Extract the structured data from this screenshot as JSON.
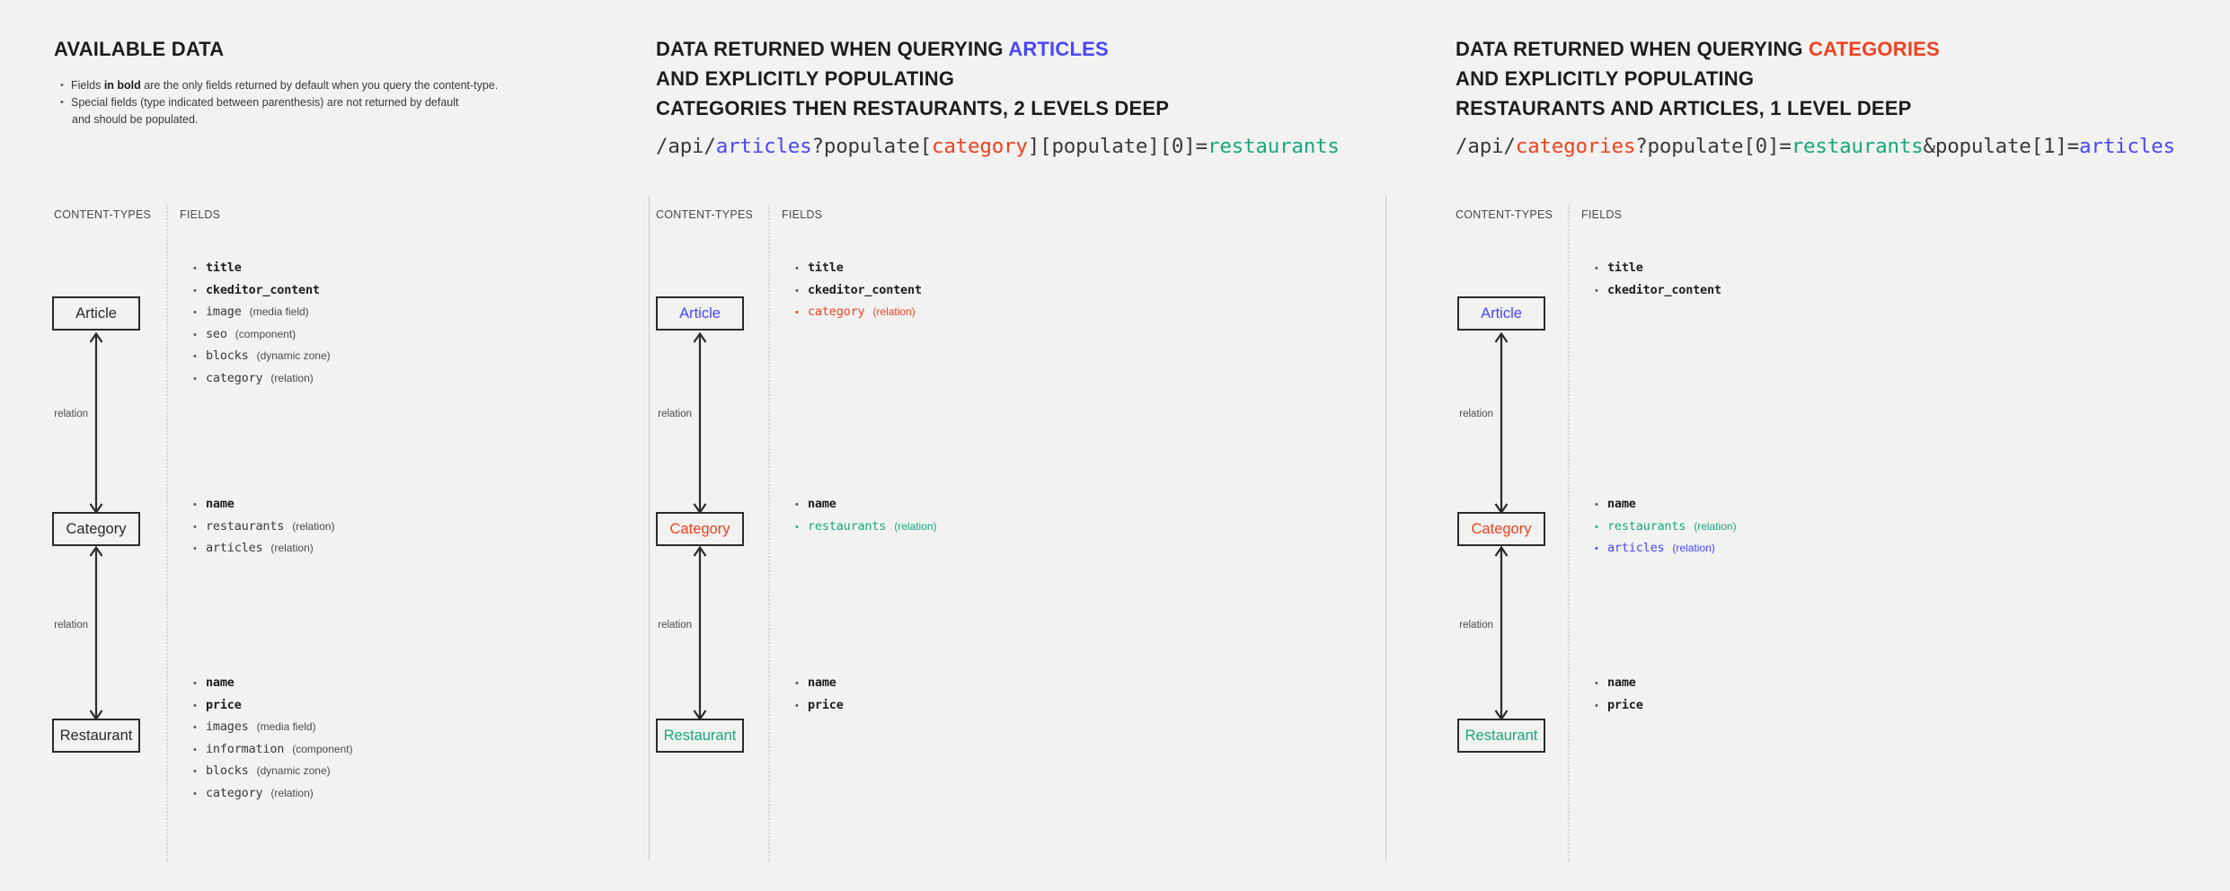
{
  "colors": {
    "background": "#f2f2f1",
    "text": "#2b2b2b",
    "articles_blue": "#4945ff",
    "categories_red": "#f0411f",
    "restaurants_green": "#19a77d",
    "divider": "#c9c9c9",
    "dotted": "#d6d4d2"
  },
  "panels": [
    {
      "id": "available-data",
      "heading": {
        "lines": [
          "AVAILABLE DATA"
        ]
      },
      "notes": [
        {
          "pre": "Fields ",
          "bold": "in bold",
          "post": " are the only fields returned by default when you query the content-type."
        },
        {
          "pre": "Special fields (type indicated between parenthesis) are not returned by default",
          "bold": "",
          "post": ""
        },
        {
          "pre": "and should be populated.",
          "bold": "",
          "post": "",
          "continuation": true
        }
      ],
      "endpoint": null,
      "captions": {
        "content_types": "CONTENT-TYPES",
        "fields": "FIELDS"
      },
      "entities": [
        {
          "name": "Article",
          "tone": "plain"
        },
        {
          "name": "Category",
          "tone": "plain"
        },
        {
          "name": "Restaurant",
          "tone": "plain"
        }
      ],
      "relations": [
        {
          "label": "relation"
        },
        {
          "label": "relation"
        }
      ],
      "field_groups": [
        {
          "entity": "Article",
          "fields": [
            {
              "name": "title",
              "type": "",
              "bold": true,
              "tone": "plain"
            },
            {
              "name": "ckeditor_content",
              "type": "",
              "bold": true,
              "tone": "plain"
            },
            {
              "name": "image",
              "type": "(media field)",
              "bold": false,
              "tone": "plain"
            },
            {
              "name": "seo",
              "type": "(component)",
              "bold": false,
              "tone": "plain"
            },
            {
              "name": "blocks",
              "type": "(dynamic zone)",
              "bold": false,
              "tone": "plain"
            },
            {
              "name": "category",
              "type": "(relation)",
              "bold": false,
              "tone": "plain"
            }
          ]
        },
        {
          "entity": "Category",
          "fields": [
            {
              "name": "name",
              "type": "",
              "bold": true,
              "tone": "plain"
            },
            {
              "name": "restaurants",
              "type": "(relation)",
              "bold": false,
              "tone": "plain"
            },
            {
              "name": "articles",
              "type": "(relation)",
              "bold": false,
              "tone": "plain"
            }
          ]
        },
        {
          "entity": "Restaurant",
          "fields": [
            {
              "name": "name",
              "type": "",
              "bold": true,
              "tone": "plain"
            },
            {
              "name": "price",
              "type": "",
              "bold": true,
              "tone": "plain"
            },
            {
              "name": "images",
              "type": "(media field)",
              "bold": false,
              "tone": "plain"
            },
            {
              "name": "information",
              "type": "(component)",
              "bold": false,
              "tone": "plain"
            },
            {
              "name": "blocks",
              "type": "(dynamic zone)",
              "bold": false,
              "tone": "plain"
            },
            {
              "name": "category",
              "type": "(relation)",
              "bold": false,
              "tone": "plain"
            }
          ]
        }
      ]
    },
    {
      "id": "querying-articles",
      "heading": {
        "lines": [
          [
            {
              "t": "DATA RETURNED WHEN QUERYING ",
              "hl": null
            },
            {
              "t": "ARTICLES",
              "hl": "blue"
            }
          ],
          [
            {
              "t": "AND EXPLICITLY POPULATING",
              "hl": null
            }
          ],
          [
            {
              "t": "CATEGORIES THEN RESTAURANTS, 2 LEVELS DEEP",
              "hl": null
            }
          ]
        ]
      },
      "notes": [],
      "endpoint": [
        {
          "t": "/api/",
          "c": null
        },
        {
          "t": "articles",
          "c": "blue"
        },
        {
          "t": "?populate[",
          "c": null
        },
        {
          "t": "category",
          "c": "red"
        },
        {
          "t": "][populate][0]=",
          "c": null
        },
        {
          "t": "restaurants",
          "c": "green"
        }
      ],
      "captions": {
        "content_types": "CONTENT-TYPES",
        "fields": "FIELDS"
      },
      "entities": [
        {
          "name": "Article",
          "tone": "blue"
        },
        {
          "name": "Category",
          "tone": "red"
        },
        {
          "name": "Restaurant",
          "tone": "green"
        }
      ],
      "relations": [
        {
          "label": "relation"
        },
        {
          "label": "relation"
        }
      ],
      "field_groups": [
        {
          "entity": "Article",
          "fields": [
            {
              "name": "title",
              "type": "",
              "bold": true,
              "tone": "plain"
            },
            {
              "name": "ckeditor_content",
              "type": "",
              "bold": true,
              "tone": "plain"
            },
            {
              "name": "category",
              "type": "(relation)",
              "bold": false,
              "tone": "red"
            }
          ]
        },
        {
          "entity": "Category",
          "fields": [
            {
              "name": "name",
              "type": "",
              "bold": true,
              "tone": "plain"
            },
            {
              "name": "restaurants",
              "type": "(relation)",
              "bold": false,
              "tone": "green"
            }
          ]
        },
        {
          "entity": "Restaurant",
          "fields": [
            {
              "name": "name",
              "type": "",
              "bold": true,
              "tone": "plain"
            },
            {
              "name": "price",
              "type": "",
              "bold": true,
              "tone": "plain"
            }
          ]
        }
      ]
    },
    {
      "id": "querying-categories",
      "heading": {
        "lines": [
          [
            {
              "t": "DATA RETURNED WHEN QUERYING ",
              "hl": null
            },
            {
              "t": "CATEGORIES",
              "hl": "red"
            }
          ],
          [
            {
              "t": "AND EXPLICITLY POPULATING",
              "hl": null
            }
          ],
          [
            {
              "t": "RESTAURANTS AND ARTICLES, 1 LEVEL DEEP",
              "hl": null
            }
          ]
        ]
      },
      "notes": [],
      "endpoint": [
        {
          "t": "/api/",
          "c": null
        },
        {
          "t": "categories",
          "c": "red"
        },
        {
          "t": "?populate[0]=",
          "c": null
        },
        {
          "t": "restaurants",
          "c": "green"
        },
        {
          "t": "&populate[1]=",
          "c": null
        },
        {
          "t": "articles",
          "c": "blue"
        }
      ],
      "captions": {
        "content_types": "CONTENT-TYPES",
        "fields": "FIELDS"
      },
      "entities": [
        {
          "name": "Article",
          "tone": "blue"
        },
        {
          "name": "Category",
          "tone": "red"
        },
        {
          "name": "Restaurant",
          "tone": "green"
        }
      ],
      "relations": [
        {
          "label": "relation"
        },
        {
          "label": "relation"
        }
      ],
      "field_groups": [
        {
          "entity": "Article",
          "fields": [
            {
              "name": "title",
              "type": "",
              "bold": true,
              "tone": "plain"
            },
            {
              "name": "ckeditor_content",
              "type": "",
              "bold": true,
              "tone": "plain"
            }
          ]
        },
        {
          "entity": "Category",
          "fields": [
            {
              "name": "name",
              "type": "",
              "bold": true,
              "tone": "plain"
            },
            {
              "name": "restaurants",
              "type": "(relation)",
              "bold": false,
              "tone": "green"
            },
            {
              "name": "articles",
              "type": "(relation)",
              "bold": false,
              "tone": "blue"
            }
          ]
        },
        {
          "entity": "Restaurant",
          "fields": [
            {
              "name": "name",
              "type": "",
              "bold": true,
              "tone": "plain"
            },
            {
              "name": "price",
              "type": "",
              "bold": true,
              "tone": "plain"
            }
          ]
        }
      ]
    }
  ]
}
